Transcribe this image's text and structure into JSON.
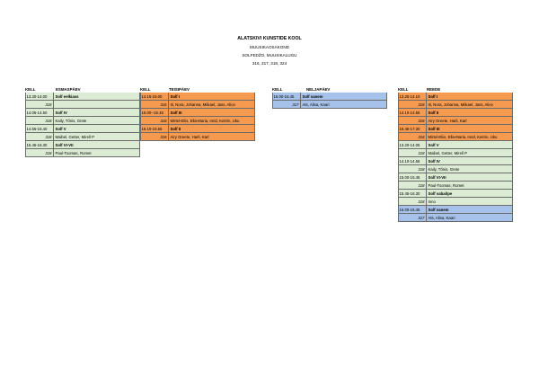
{
  "header": {
    "title": "ALATSKIVI KUNSTIDE KOOL",
    "department": "MUUSIKAOSAKOND",
    "subject": "SOLFEDŽO, MUUSIKALUGU",
    "rooms": "316, 317, 318, 324"
  },
  "colors": {
    "green": "#dcecd4",
    "orange": "#f59a4f",
    "blue": "#a7c2ea"
  },
  "time_header": "KELL",
  "days": [
    {
      "name": "ESMASPÄEV",
      "slots": [
        {
          "time": "13.30-14.00",
          "name": "Solf eelkiass",
          "room": "318",
          "group": "",
          "color": "green"
        },
        {
          "time": "14.05-14.50",
          "name": "Solf IV",
          "room": "318",
          "group": "Kaily, Tõnis, Grete",
          "color": "green"
        },
        {
          "time": "14.55-15.40",
          "name": "Solf V",
          "room": "318",
          "group": "Maibel, Getter, Mirell P",
          "color": "green"
        },
        {
          "time": "15.45-16.30",
          "name": "Solf VI-VII",
          "room": "318",
          "group": "Paul-Toomas, Romet",
          "color": "green"
        }
      ]
    },
    {
      "name": "TEISIPÄEV",
      "slots": [
        {
          "time": "14.15-15.00",
          "name": "Solf I",
          "room": "316",
          "group": "Iti, Nora, Johanna, Miikael, Jass, Alice",
          "color": "orange"
        },
        {
          "time": "15.00--15.45",
          "name": "Solf III",
          "room": "316",
          "group": "Mirtel-Eliis, Ella-Maria, Inrid, Keitrin, Uku",
          "color": "orange"
        },
        {
          "time": "16.10-16.55",
          "name": "Solf II",
          "room": "316",
          "group": "Airy Greete, Harli, Karl",
          "color": "orange"
        }
      ]
    },
    {
      "name": "NELJAPÄEV",
      "slots": [
        {
          "time": "16.00-16.45",
          "name": "Solf vanem",
          "room": "317",
          "group": "Ats, Alisa, Kaari",
          "color": "blue"
        }
      ]
    },
    {
      "name": "REEDE",
      "slots": [
        {
          "time": "13.25-14.10",
          "name": "Solf I",
          "room": "316",
          "group": "Iti, Nora, Johanna, Miikael, Jass, Alice",
          "color": "orange"
        },
        {
          "time": "14.10-14.55",
          "name": "Solf II",
          "room": "316",
          "group": "Airy Greete, Harli, Karl",
          "color": "orange"
        },
        {
          "time": "16.45-17.30",
          "name": "Solf III",
          "room": "316",
          "group": "Mirtel-Eliis, Ella-Maria, Inrid, Keitrin, Uku",
          "color": "orange"
        },
        {
          "time": "13.20-14.05",
          "name": "Solf V",
          "room": "318",
          "group": "Maibel, Getter, Mirell P",
          "color": "green"
        },
        {
          "time": "14.10-14.55",
          "name": "Solf IV",
          "room": "318",
          "group": "Kaily, Tõnis, Grete",
          "color": "green"
        },
        {
          "time": "15.00-15.45",
          "name": "Solf VI-VII",
          "room": "318",
          "group": "Paul-Toomas, Romet",
          "color": "green"
        },
        {
          "time": "15.45-16.30",
          "name": "Solf vabaõpe",
          "room": "318",
          "group": "Inno",
          "color": "green"
        },
        {
          "time": "16.00-16.45",
          "name": "Solf vanem",
          "room": "317",
          "group": "Ats, Alisa, Kaari",
          "color": "blue"
        }
      ]
    }
  ]
}
